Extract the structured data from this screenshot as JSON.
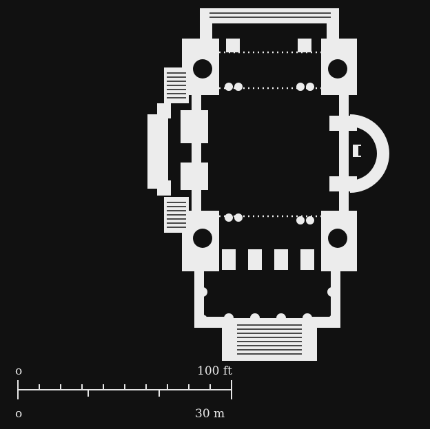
{
  "scale_bar": {
    "feet_start": "o",
    "feet_end": "100 ft",
    "meters_start": "o",
    "meters_end": "30 m"
  },
  "colors": {
    "background": "#111111",
    "plan": "#ececec"
  }
}
